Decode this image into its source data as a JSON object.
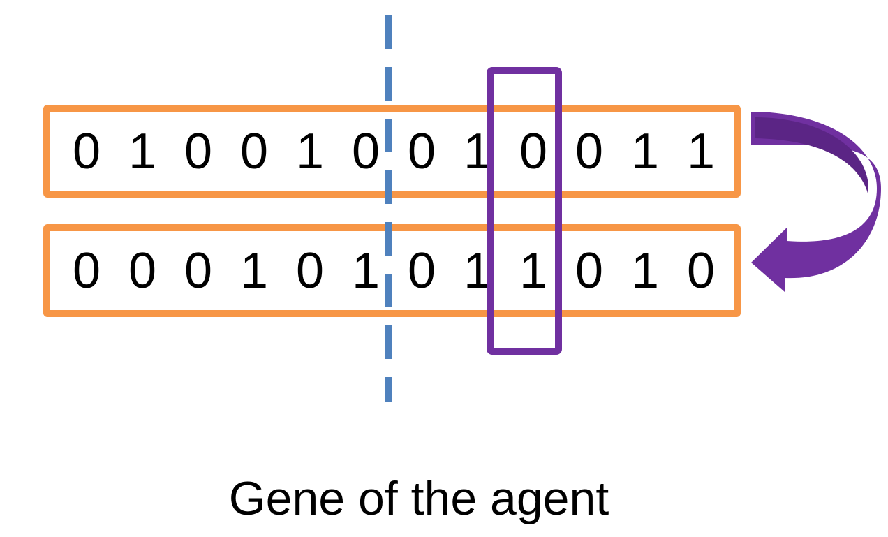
{
  "rows": [
    {
      "bits": [
        "0",
        "1",
        "0",
        "0",
        "1",
        "0",
        "0",
        "1",
        "0",
        "0",
        "1",
        "1"
      ]
    },
    {
      "bits": [
        "0",
        "0",
        "0",
        "1",
        "0",
        "1",
        "0",
        "1",
        "1",
        "0",
        "1",
        "0"
      ]
    }
  ],
  "caption": "Gene of the agent",
  "colors": {
    "gene_border": "#F79646",
    "mutation_highlight": "#7030A0",
    "crossover_line": "#4F81BD",
    "arrow": "#7030A0"
  },
  "icons": [
    "mutation-arrow-icon"
  ]
}
